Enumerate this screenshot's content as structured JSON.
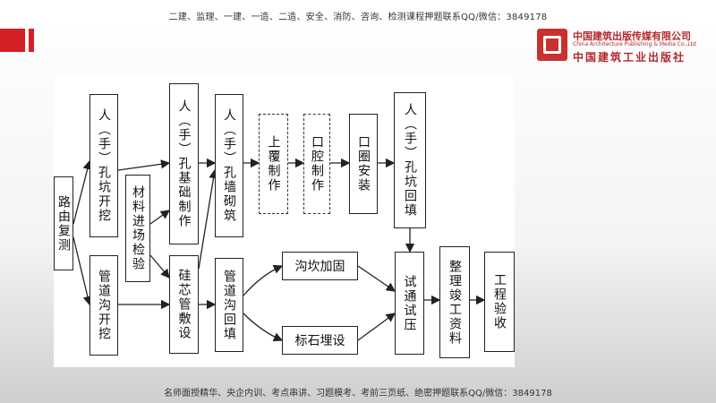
{
  "header": {
    "top_text": "二建、监理、一建、一造、二造、安全、消防、咨询、检测课程押题联系QQ/微信：3849178"
  },
  "footer": {
    "bottom_text": "名师面授精华、央企内训、考点串讲、习题模考、考前三页纸、绝密押题联系QQ/微信：3849178"
  },
  "logo": {
    "cn_name": "中国建筑出版传媒有限公司",
    "en_name": "China Architecture Publishing & Media Co.,Ltd",
    "cn_name_2": "中国建筑工业出版社"
  },
  "diagram": {
    "nodes": {
      "survey": "路由复测",
      "manual_pit": "人（手）孔坑开挖",
      "trench": "管道沟开挖",
      "material": "材料进场检验",
      "base": "人（手）孔基础制作",
      "pipe_lay": "硅芯管敷设",
      "wall": "人（手）孔墙砌筑",
      "backfill_trench": "管道沟回填",
      "cover": "上覆制作",
      "mouth": "口腔制作",
      "ring": "口圈安装",
      "reinforce": "沟坎加固",
      "marker": "标石埋设",
      "backfill_pit": "人（手）孔坑回填",
      "test": "试通试压",
      "docs": "整理竣工资料",
      "accept": "工程验收"
    }
  }
}
